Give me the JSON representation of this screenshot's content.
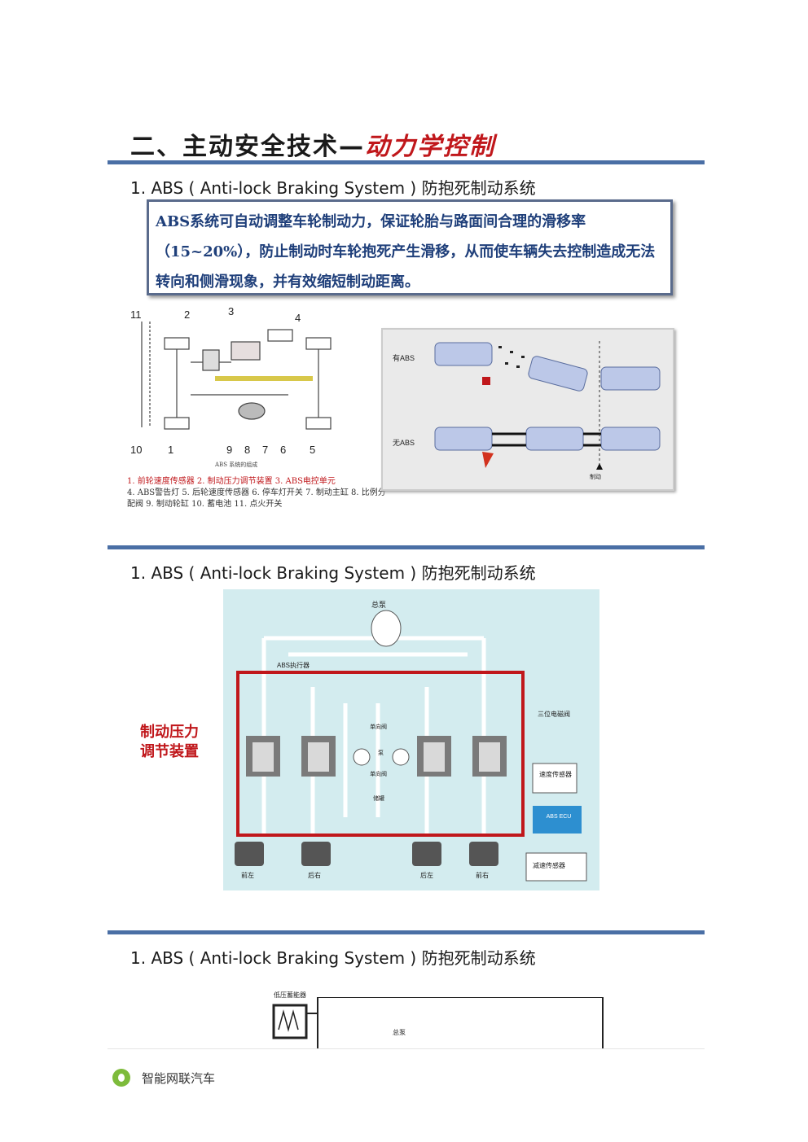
{
  "section_title": {
    "prefix": "二、主动安全技术—",
    "highlight": "动力学控制"
  },
  "slide_heading": "1. ABS ( Anti-lock Braking System ) 防抱死制动系统",
  "description": "ABS系统可自动调整车轮制动力，保证轮胎与路面间合理的滑移率（15~20%），防止制动时车轮抱死产生滑移，从而使车辆失去控制造成无法转向和侧滑现象，并有效缩短制动距离。",
  "component_numbers": [
    "11",
    "2",
    "3",
    "4",
    "10",
    "1",
    "9",
    "8",
    "7",
    "6",
    "5"
  ],
  "diagram_caption": "ABS 系统的组成",
  "legend_red": "1. 前轮速度传感器 2. 制动压力调节装置 3. ABS电控单元",
  "legend_rest": "4. ABS警告灯 5. 后轮速度传感器 6. 停车灯开关 7. 制动主缸 8. 比例分配阀 9. 制动轮缸 10. 蓄电池 11. 点火开关",
  "comparison": {
    "with_abs": "有ABS",
    "without_abs": "无ABS",
    "braking": "制动"
  },
  "hydraulic": {
    "master_pump": "总泵",
    "actuator": "ABS执行器",
    "modulator_label_line1": "制动压力",
    "modulator_label_line2": "调节装置",
    "check_valve_1": "单向阀",
    "pump": "泵",
    "check_valve_2": "单向阀",
    "reservoir": "储罐",
    "solenoid": "三位电磁阀",
    "speed_sensor": "速度传感器",
    "ecu": "ABS ECU",
    "decel_sensor": "减速传感器",
    "wheels": [
      "前左",
      "后右",
      "后左",
      "前右"
    ]
  },
  "third_slide": {
    "accumulator": "低压蓄能器",
    "pump": "总泵"
  },
  "footer_name": "智能网联汽车",
  "colors": {
    "bar": "#4a6fa5",
    "accent_red": "#c0171b",
    "diagram_bg": "#d3ecef",
    "ecu_blue": "#2d8fd0"
  }
}
